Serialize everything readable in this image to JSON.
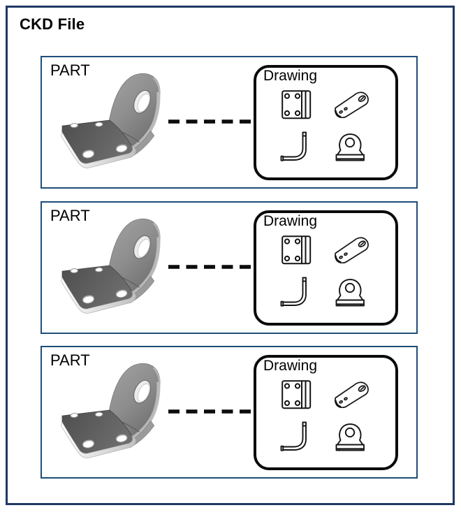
{
  "title": "CKD File",
  "colors": {
    "outer_border": "#1F3864",
    "row_border": "#1F4E79",
    "drawing_box_border": "#0A0A0A",
    "dash_line": "#0C0C0C",
    "part_body_gray": "#8D8D8D",
    "part_top_face_gray": "#5A5A5A",
    "part_rim_light": "#E8E8E8"
  },
  "rows": [
    {
      "part_label": "PART",
      "drawing_label": "Drawing",
      "part_icon": "part-3d-bracket-icon",
      "connector_icon": "dashed-line",
      "drawing_view_icons": [
        "top-view-icon",
        "isometric-view-icon",
        "side-view-icon",
        "front-view-icon"
      ]
    },
    {
      "part_label": "PART",
      "drawing_label": "Drawing",
      "part_icon": "part-3d-bracket-icon",
      "connector_icon": "dashed-line",
      "drawing_view_icons": [
        "top-view-icon",
        "isometric-view-icon",
        "side-view-icon",
        "front-view-icon"
      ]
    },
    {
      "part_label": "PART",
      "drawing_label": "Drawing",
      "part_icon": "part-3d-bracket-icon",
      "connector_icon": "dashed-line",
      "drawing_view_icons": [
        "top-view-icon",
        "isometric-view-icon",
        "side-view-icon",
        "front-view-icon"
      ]
    }
  ]
}
